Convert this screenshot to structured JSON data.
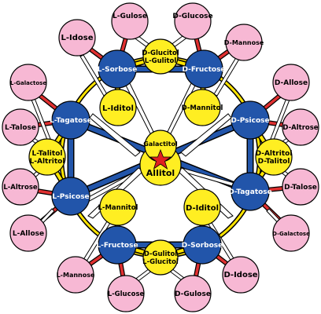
{
  "colors": {
    "ketose_fill": "#2255aa",
    "polyol_fill": "#ffee22",
    "aldose_fill": "#f7b8d4",
    "red_link": "#e03030",
    "yellow_link": "#ffe400",
    "blue_link": "#2255aa",
    "star": "#e02020",
    "outline": "#000000"
  },
  "nodes": {
    "allitol": "Allitol",
    "galactitol": "Galactitol",
    "l_sorbose": "L-Sorbose",
    "d_fructose": "D-Fructose",
    "l_tagatose": "L-Tagatose",
    "d_psicose": "D-Psicose",
    "l_psicose": "L-Psicose",
    "d_tagatose": "D-Tagatose",
    "l_fructose": "L-Fructose",
    "d_sorbose": "D-Sorbose",
    "glucitol_top_1": "D-Glucitol",
    "glucitol_top_2": "L-Gulitol",
    "l_iditol": "L-Iditol",
    "d_mannitol": "D-Mannitol",
    "talitol_left_1": "L-Talitol",
    "talitol_left_2": "L-Altritol",
    "altritol_right_1": "D-Altritol",
    "altritol_right_2": "D-Talitol",
    "l_mannitol": "L-Mannitol",
    "d_iditol": "D-Iditol",
    "gulitol_bottom_1": "D-Gulitol",
    "gulitol_bottom_2": "L-Glucitol",
    "l_gulose": "L-Gulose",
    "d_glucose": "D-Glucose",
    "l_idose": "L-Idose",
    "d_mannose": "D-Mannose",
    "l_galactose": "L-Galactose",
    "d_allose": "D-Allose",
    "l_talose": "L-Talose",
    "d_altrose": "D-Altrose",
    "l_altrose": "L-Altrose",
    "d_talose": "D-Talose",
    "l_allose": "L-Allose",
    "d_galactose": "D-Galactose",
    "l_mannose": "L-Mannose",
    "d_idose": "D-Idose",
    "l_glucose": "L-Glucose",
    "d_gulose": "D-Gulose"
  }
}
